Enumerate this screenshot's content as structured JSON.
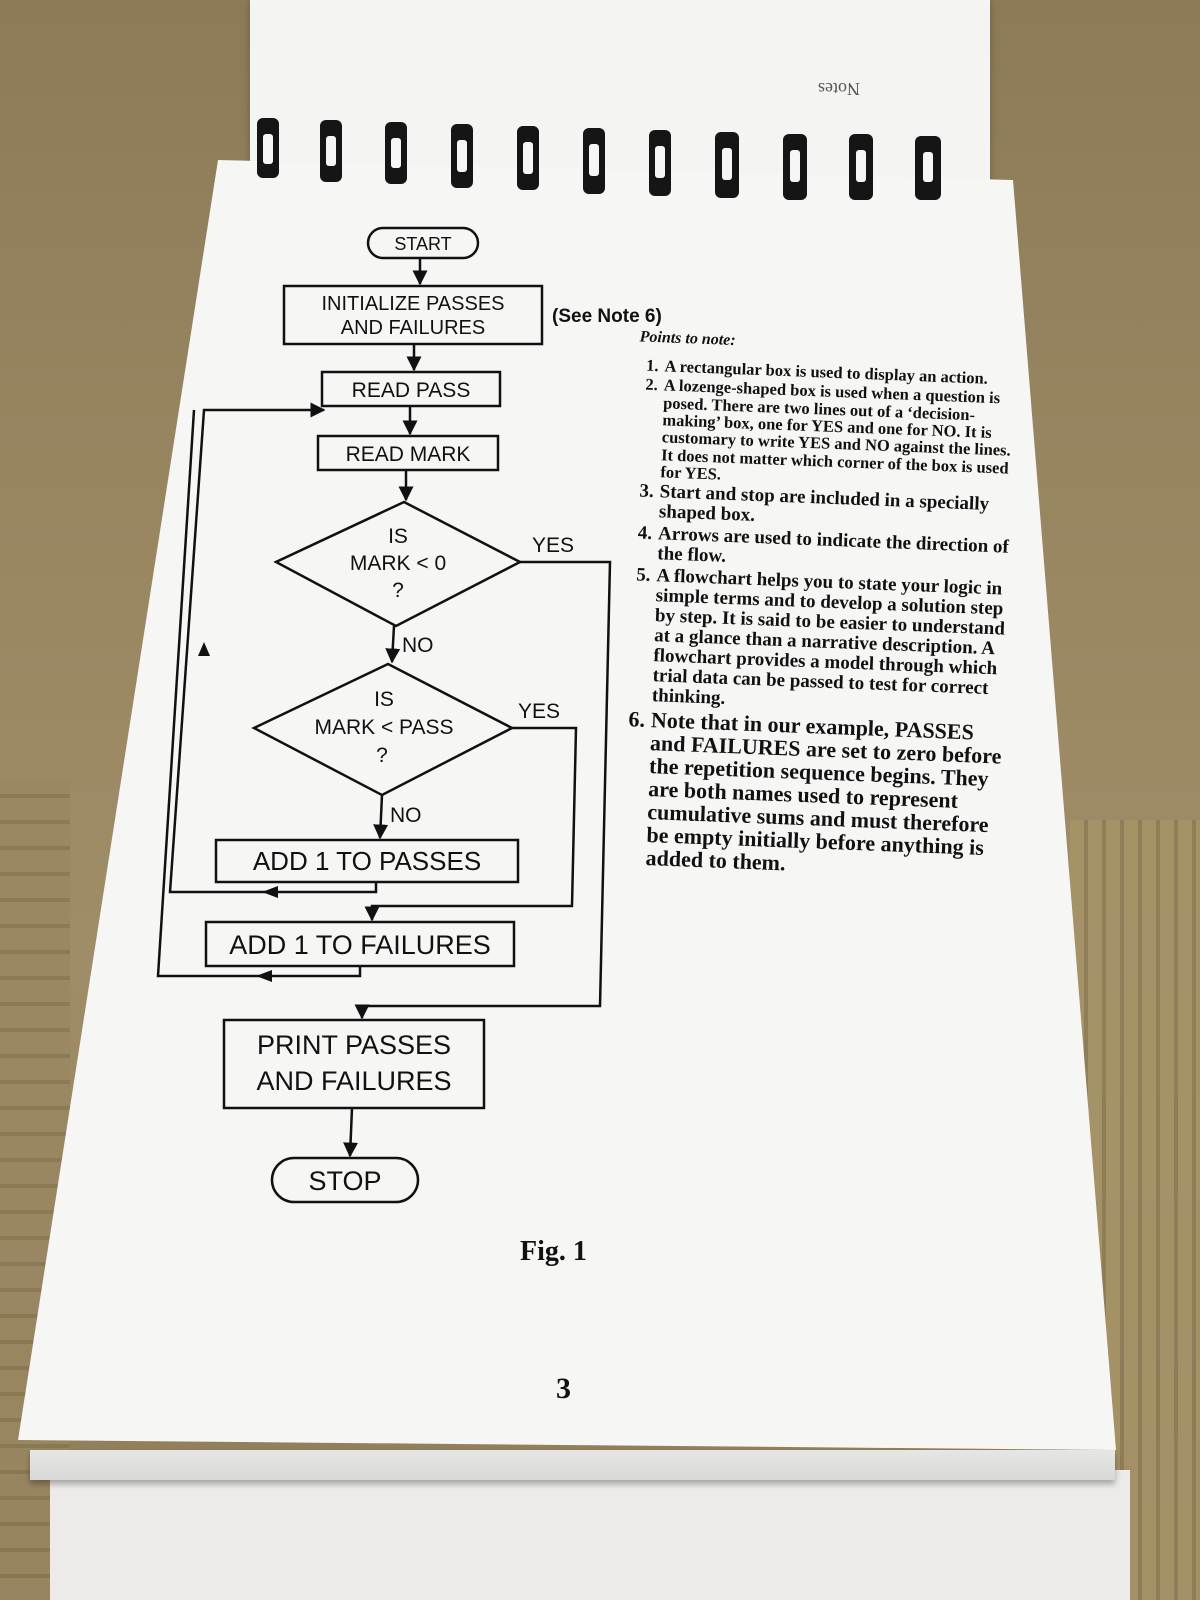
{
  "back_page": {
    "header": "Notes"
  },
  "flowchart": {
    "start": "START",
    "init_line1": "INITIALIZE PASSES",
    "init_line2": "AND FAILURES",
    "init_note": "(See Note 6)",
    "read_pass": "READ PASS",
    "read_mark": "READ MARK",
    "decision1_line1": "IS",
    "decision1_line2": "MARK < 0",
    "decision1_line3": "?",
    "decision1_yes": "YES",
    "decision1_no": "NO",
    "decision2_line1": "IS",
    "decision2_line2": "MARK < PASS",
    "decision2_line3": "?",
    "decision2_yes": "YES",
    "decision2_no": "NO",
    "add_passes": "ADD 1 TO PASSES",
    "add_failures": "ADD 1 TO FAILURES",
    "print_line1": "PRINT PASSES",
    "print_line2": "AND FAILURES",
    "stop": "STOP"
  },
  "notes": {
    "title": "Points to note:",
    "items": [
      {
        "num": "1.",
        "text": "A rectangular box is used to display an action."
      },
      {
        "num": "2.",
        "text": "A lozenge-shaped box is used when a question is posed. There are two lines out of a ‘decision-making’ box, one for YES and one for NO. It is customary to write YES and NO against the lines. It does not matter which corner of the box is used for YES."
      },
      {
        "num": "3.",
        "text": "Start and stop are included in a specially shaped box."
      },
      {
        "num": "4.",
        "text": "Arrows are used to indicate the direction of the flow."
      },
      {
        "num": "5.",
        "text": "A flowchart helps you to state your logic in simple terms and to develop a solution step by step. It is said to be easier to understand at a glance than a narrative description. A flowchart provides a model through which trial data can be passed to test for correct thinking."
      },
      {
        "num": "6.",
        "text": "Note that in our example, PASSES and FAILURES are set to zero before the repetition sequence begins. They are both names used to represent cumulative sums and must therefore be empty initially before anything is added to them."
      }
    ]
  },
  "caption": "Fig. 1",
  "page_number": "3",
  "colors": {
    "ink": "#111111",
    "paper": "#f6f6f5",
    "table": "#8c7a57"
  }
}
